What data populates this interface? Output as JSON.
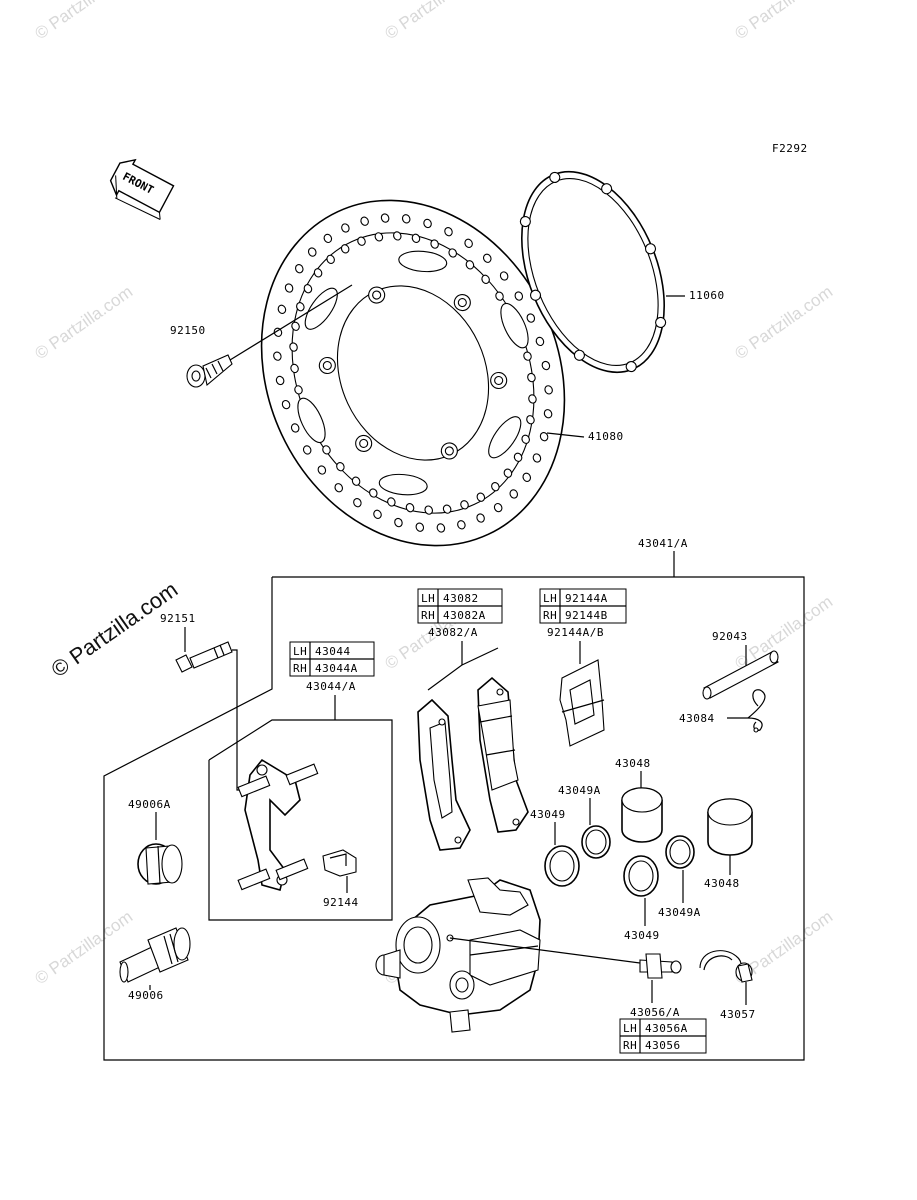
{
  "figure_code": "F2292",
  "front_label": "FRONT",
  "watermark": "© Partzilla.com",
  "watermark_large": "© Partzilla.com",
  "parts": {
    "bolt_disc": "92150",
    "gasket": "11060",
    "disc": "41080",
    "caliper_assy": "43041/A",
    "bolt_caliper": "92151",
    "pad_set": "43082/A",
    "pad_spring": "92144A/B",
    "pin": "92043",
    "pin_clip": "43084",
    "holder": "43044/A",
    "holder_spring": "92144",
    "boot_a": "49006A",
    "boot": "49006",
    "piston_upper": "43048",
    "piston_lower": "43048",
    "seal_dust_a": "43049A",
    "seal_dust_b": "43049A",
    "seal_piston_a": "43049",
    "seal_piston_b": "43049",
    "bleeder": "43056/A",
    "bleeder_cap": "43057"
  },
  "tables": {
    "pads": [
      [
        "LH",
        "43082"
      ],
      [
        "RH",
        "43082A"
      ]
    ],
    "springs": [
      [
        "LH",
        "92144A"
      ],
      [
        "RH",
        "92144B"
      ]
    ],
    "holder": [
      [
        "LH",
        "43044"
      ],
      [
        "RH",
        "43044A"
      ]
    ],
    "bleeder": [
      [
        "LH",
        "43056A"
      ],
      [
        "RH",
        "43056"
      ]
    ]
  }
}
